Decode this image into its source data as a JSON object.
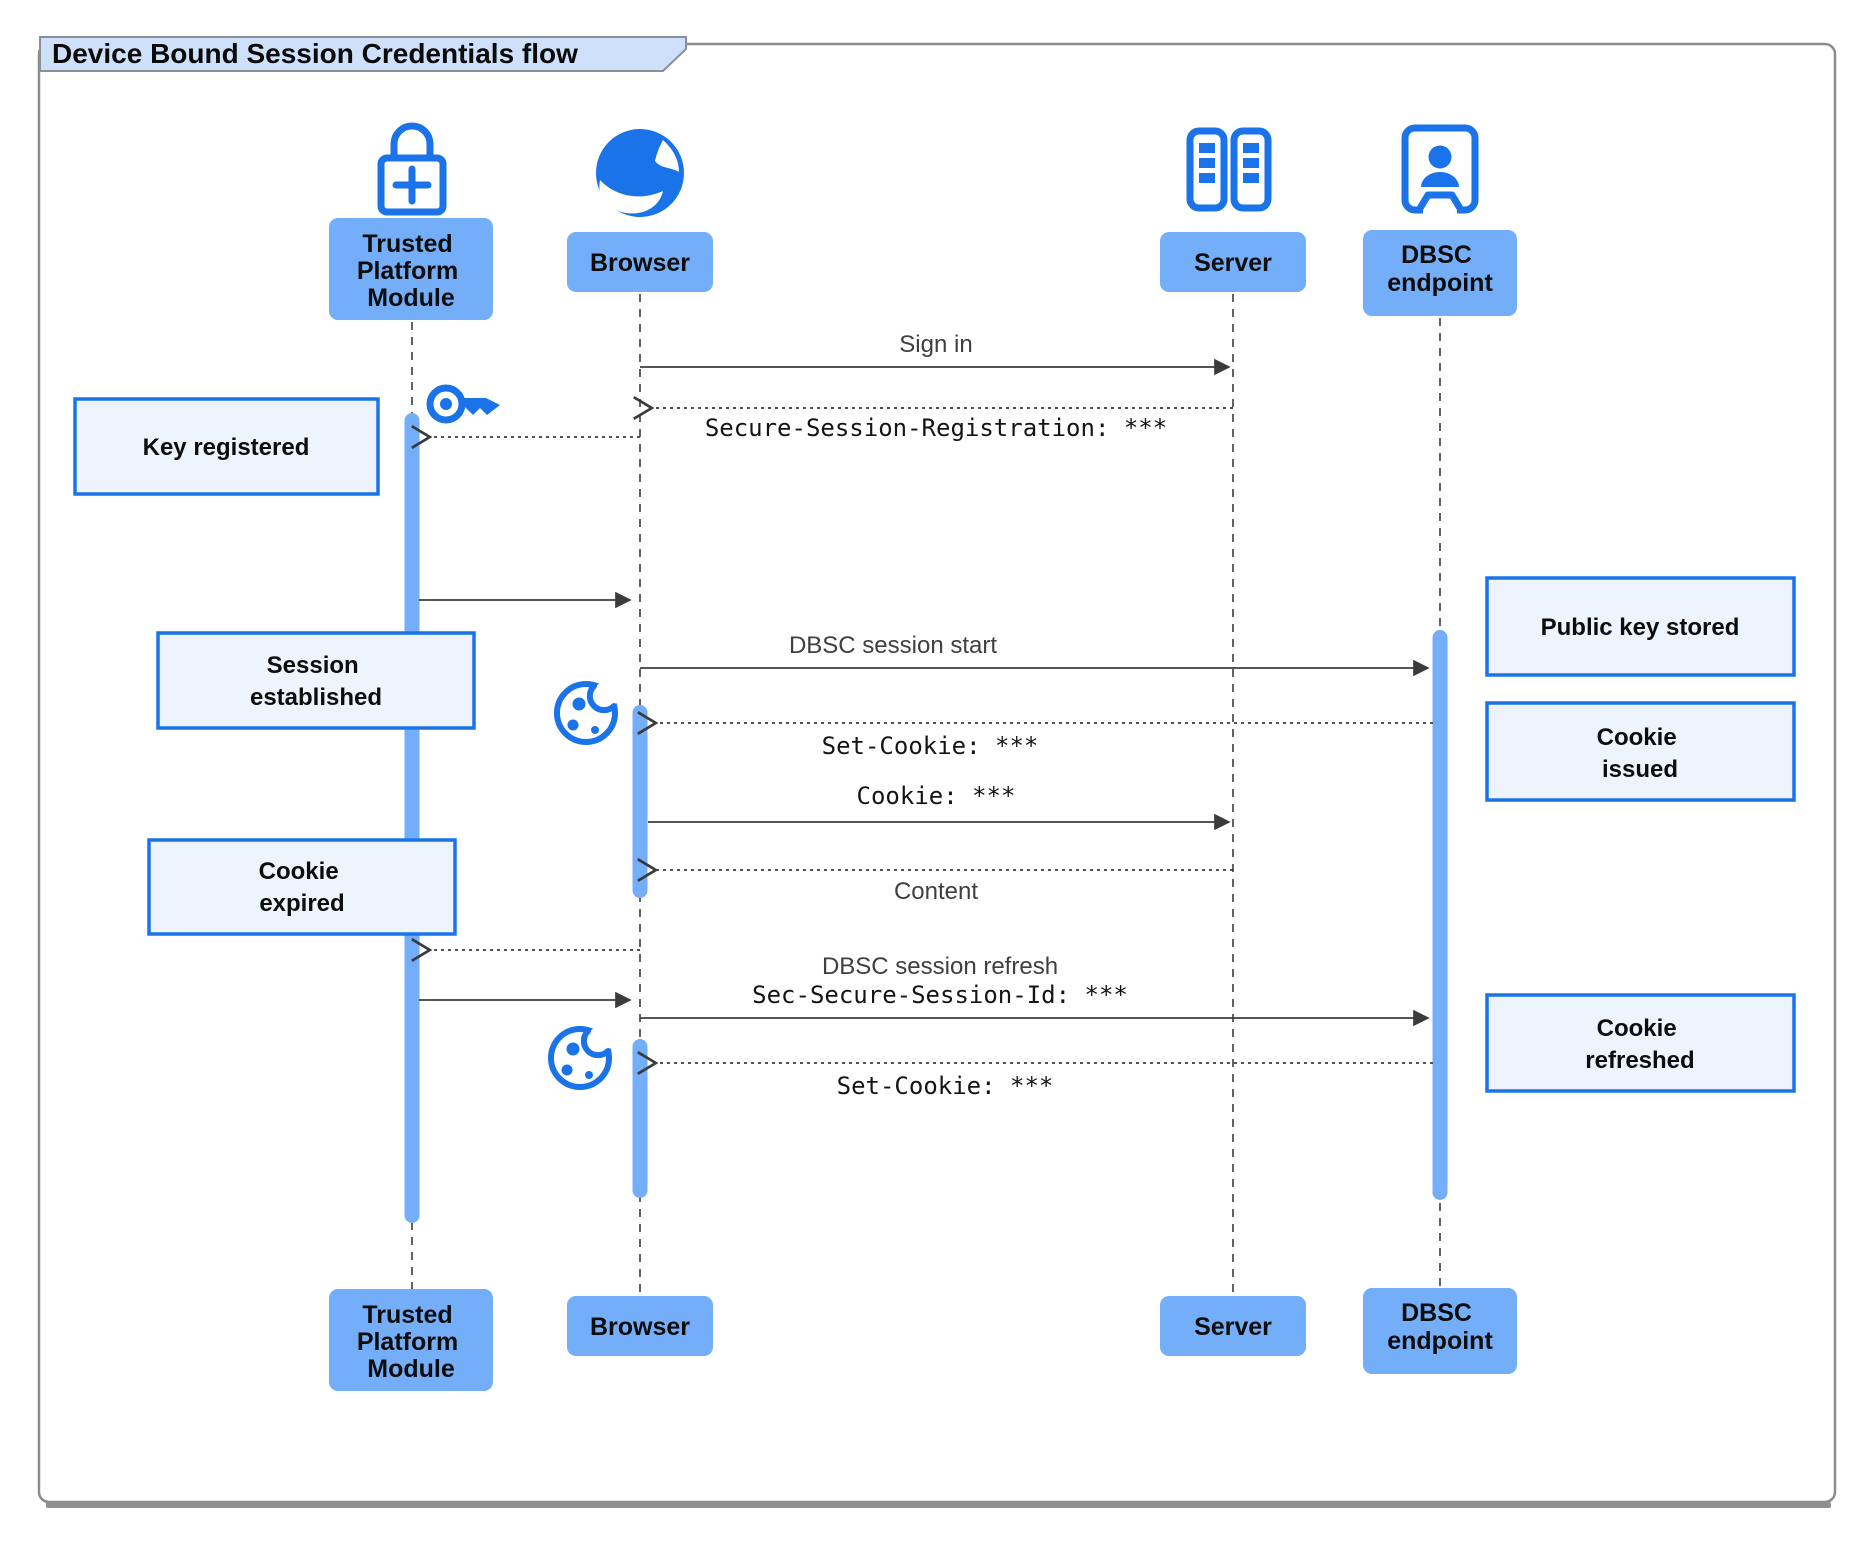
{
  "title": "Device Bound Session Credentials flow",
  "colors": {
    "accent": "#1a73e8",
    "activation_bar": "#74aef8",
    "participant_fill": "#74aef8",
    "note_fill": "#edf4fd",
    "note_border": "#1a73e8",
    "title_tab_fill": "#cfe1fa",
    "line": "#3b3b3b"
  },
  "participants": [
    {
      "name": "Trusted Platform Module",
      "icon": "lock-plus-icon",
      "lines": [
        "Trusted",
        "Platform",
        "Module"
      ]
    },
    {
      "name": "Browser",
      "icon": "globe-icon",
      "lines": [
        "Browser"
      ]
    },
    {
      "name": "Server",
      "icon": "server-rack-icon",
      "lines": [
        "Server"
      ]
    },
    {
      "name": "DBSC endpoint",
      "icon": "person-door-icon",
      "lines": [
        "DBSC",
        "endpoint"
      ]
    }
  ],
  "messages": [
    {
      "from": "Browser",
      "to": "Server",
      "label": "Sign in",
      "line": "solid"
    },
    {
      "from": "Server",
      "to": "Browser",
      "label": "Secure-Session-Registration: ***",
      "line": "dotted",
      "font": "mono"
    },
    {
      "from": "Browser",
      "to": "Trusted Platform Module",
      "label": "",
      "line": "dotted",
      "icon": "key-icon"
    },
    {
      "from": "Trusted Platform Module",
      "to": "Browser",
      "label": "",
      "line": "solid"
    },
    {
      "from": "Browser",
      "to": "DBSC endpoint",
      "label": "DBSC session start",
      "line": "solid"
    },
    {
      "from": "DBSC endpoint",
      "to": "Browser",
      "label": "Set-Cookie: ***",
      "line": "dotted",
      "font": "mono",
      "icon": "cookie-icon"
    },
    {
      "from": "Browser",
      "to": "Server",
      "label": "Cookie: ***",
      "line": "solid",
      "font": "mono"
    },
    {
      "from": "Server",
      "to": "Browser",
      "label": "Content",
      "line": "dotted"
    },
    {
      "from": "Browser",
      "to": "Trusted Platform Module",
      "label": "",
      "line": "dotted"
    },
    {
      "from": "Trusted Platform Module",
      "to": "Browser",
      "label": "",
      "line": "solid"
    },
    {
      "from": "Browser",
      "to": "DBSC endpoint",
      "label": "DBSC session refresh",
      "label2": "Sec-Secure-Session-Id: ***",
      "line": "solid",
      "font": "mono"
    },
    {
      "from": "DBSC endpoint",
      "to": "Browser",
      "label": "Set-Cookie: ***",
      "line": "dotted",
      "font": "mono",
      "icon": "cookie-icon"
    }
  ],
  "notes": [
    {
      "text": "Key registered",
      "lines": [
        "Key registered"
      ],
      "anchor": "Trusted Platform Module"
    },
    {
      "text": "Session established",
      "lines": [
        "Session",
        "established"
      ],
      "anchor": "Trusted Platform Module"
    },
    {
      "text": "Public key stored",
      "lines": [
        "Public key stored"
      ],
      "anchor": "DBSC endpoint"
    },
    {
      "text": "Cookie issued",
      "lines": [
        "Cookie",
        "issued"
      ],
      "anchor": "DBSC endpoint"
    },
    {
      "text": "Cookie expired",
      "lines": [
        "Cookie",
        "expired"
      ],
      "anchor": "Trusted Platform Module"
    },
    {
      "text": "Cookie refreshed",
      "lines": [
        "Cookie",
        "refreshed"
      ],
      "anchor": "DBSC endpoint"
    }
  ]
}
